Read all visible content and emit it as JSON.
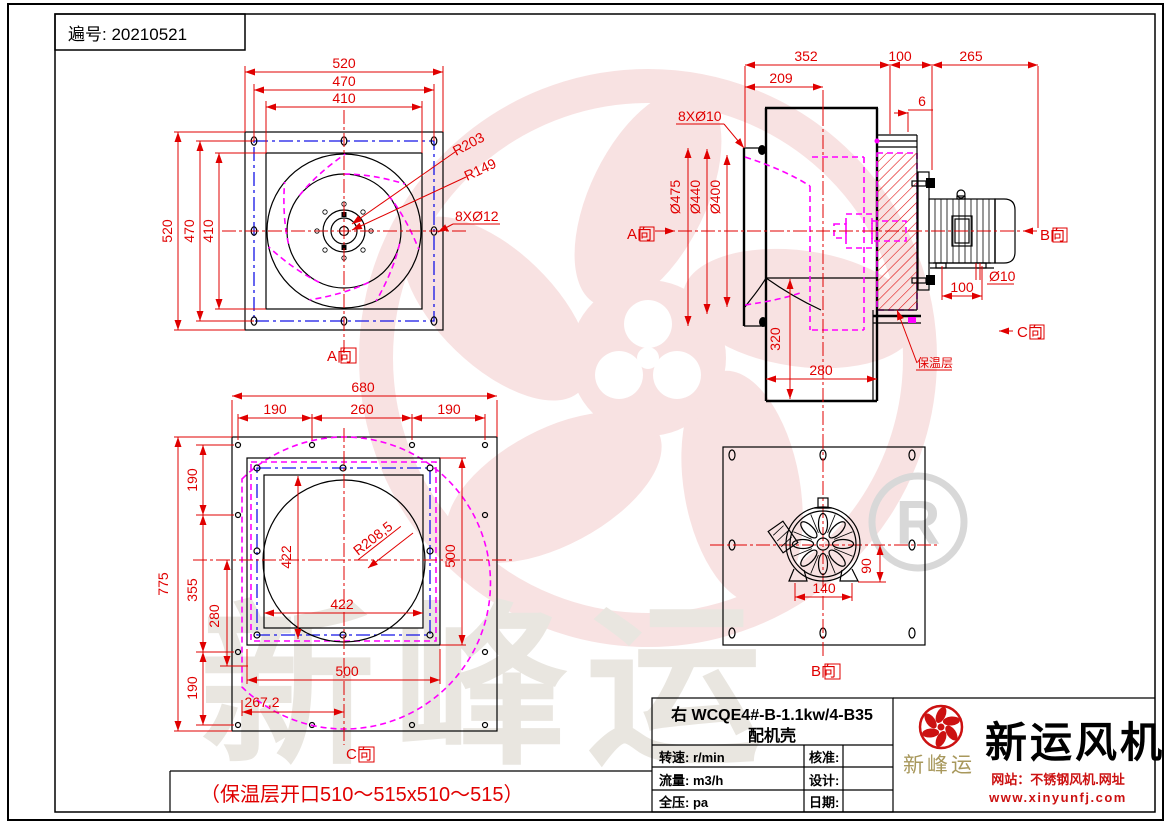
{
  "frame": {
    "doc_no": "遍号: 20210521"
  },
  "front_view": {
    "dir": "A向",
    "t520": "520",
    "t470": "470",
    "t410": "410",
    "l520": "520",
    "l470": "470",
    "l410": "410",
    "r203": "R203",
    "r149": "R149",
    "holes": "8XØ12"
  },
  "side_view": {
    "t352": "352",
    "t100": "100",
    "t265": "265",
    "t209": "209",
    "t6": "6",
    "holes": "8XØ10",
    "d475": "Ø475",
    "d440": "Ø440",
    "d400": "Ø400",
    "v320": "320",
    "b280": "280",
    "m100": "100",
    "d10": "Ø10",
    "insul": "保温层",
    "dirA": "A向",
    "dirB": "B向",
    "dirC": "C向"
  },
  "c_view": {
    "t680": "680",
    "t190a": "190",
    "t260": "260",
    "t190b": "190",
    "l775": "775",
    "l190a": "190",
    "l355": "355",
    "l280": "280",
    "l190b": "190",
    "r500": "500",
    "v422": "422",
    "h422": "422",
    "b500": "500",
    "b267": "267,2",
    "r208": "R208,5",
    "dir": "C向",
    "note": "（保温层开口510～515x510～515）"
  },
  "b_view": {
    "t140": "140",
    "t90": "90",
    "dir": "B向"
  },
  "title_block": {
    "line1": "右 WCQE4#-B-1.1kw/4-B35",
    "line2": "配机壳",
    "speed": "转速: r/min",
    "check": "核准:",
    "flow": "流量: m3/h",
    "design": "设计:",
    "press": "全压: pa",
    "date": "日期:"
  },
  "logo": {
    "small": "新峰运",
    "big": "新运风机",
    "site": "网站：不锈钢风机.网址",
    "url": "www.xinyunfj.com"
  },
  "watermark": {
    "chars": "新峰运",
    "reg": "R"
  },
  "colors": {
    "dim": "#e00000",
    "blue": "#1414e6",
    "magenta": "#ff00ff",
    "logo_red": "#cc1111"
  }
}
